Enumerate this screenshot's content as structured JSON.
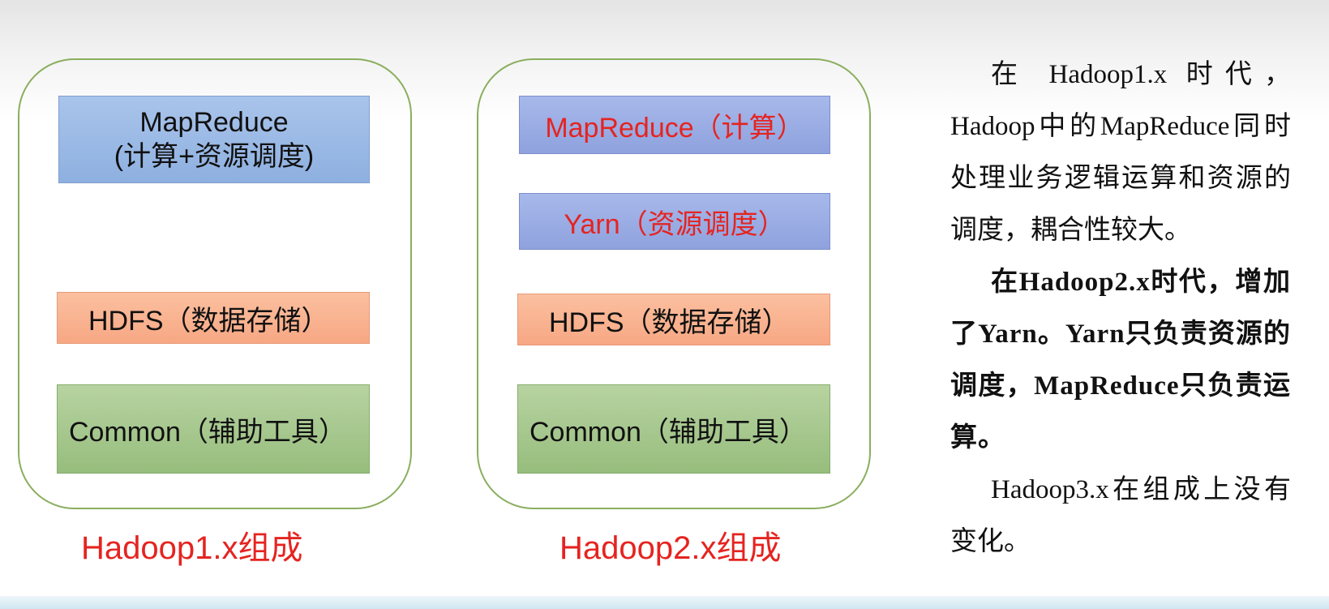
{
  "hadoop1": {
    "mapreduce_line1": "MapReduce",
    "mapreduce_line2": "(计算+资源调度)",
    "hdfs": "HDFS（数据存储）",
    "common": "Common（辅助工具）",
    "caption": "Hadoop1.x组成"
  },
  "hadoop2": {
    "mapreduce": "MapReduce（计算）",
    "yarn": "Yarn（资源调度）",
    "hdfs": "HDFS（数据存储）",
    "common": "Common（辅助工具）",
    "caption": "Hadoop2.x组成"
  },
  "description": {
    "para1": "在 Hadoop1.x 时代，Hadoop中的MapReduce同时处理业务逻辑运算和资源的调度，耦合性较大。",
    "para2": "在Hadoop2.x时代，增加了Yarn。Yarn只负责资源的调度，MapReduce只负责运算。",
    "para3": "Hadoop3.x在组成上没有变化。"
  },
  "colors": {
    "panel_border": "#8aae5e",
    "mapreduce_box": "#9dbbe6",
    "yarn_box": "#9cafe5",
    "hdfs_box": "#f9b592",
    "common_box": "#a9ca92",
    "caption_red": "#e52420"
  }
}
